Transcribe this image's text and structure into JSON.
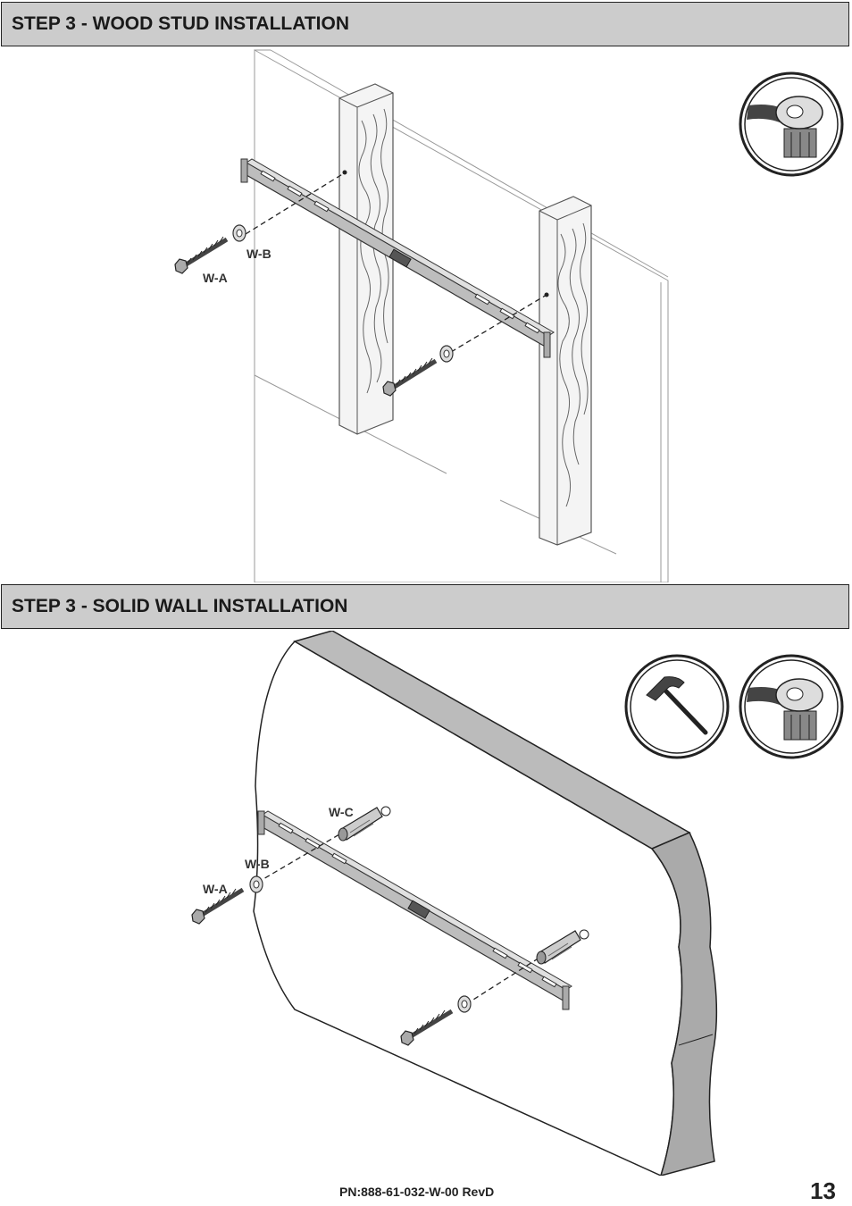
{
  "steps": [
    {
      "title": "STEP 3 - WOOD STUD INSTALLATION",
      "labels": {
        "wa": "W-A",
        "wb": "W-B"
      }
    },
    {
      "title": "STEP 3 - SOLID WALL INSTALLATION",
      "labels": {
        "wa": "W-A",
        "wb": "W-B",
        "wc": "W-C"
      }
    }
  ],
  "tools": {
    "wood": [
      "socket-wrench-icon"
    ],
    "solid": [
      "hammer-icon",
      "socket-wrench-icon"
    ]
  },
  "footer": {
    "part_number": "PN:888-61-032-W-00 RevD",
    "page": "13"
  }
}
